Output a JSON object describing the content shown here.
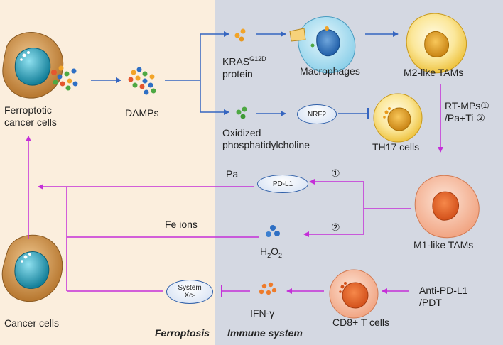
{
  "sections": {
    "left": "Ferroptosis",
    "right": "Immune system"
  },
  "cells": {
    "ferroptotic": [
      "Ferroptotic",
      "cancer cells"
    ],
    "cancer": "Cancer cells",
    "macrophages": "Macrophages",
    "m2": "M2-like TAMs",
    "th17": "TH17 cells",
    "m1": "M1-like TAMs",
    "cd8": "CD8+ T cells"
  },
  "molecules": {
    "damps": "DAMPs",
    "kras_base": "KRAS",
    "kras_sup": "G12D",
    "kras_protein": "protein",
    "oxidized": [
      "Oxidized",
      "phosphatidylcholine"
    ],
    "h2o2": {
      "h": "H",
      "sub1": "2",
      "o": "O",
      "sub2": "2"
    },
    "ifn": "IFN-γ"
  },
  "bubbles": {
    "nrf2": "NRF2",
    "pdl1": "PD-L1",
    "system": [
      "System",
      "Xc-"
    ]
  },
  "treatments": {
    "rt_mps": [
      "RT-MPs①",
      "/Pa+Ti ②"
    ],
    "anti_pdl1": [
      "Anti-PD-L1",
      "/PDT"
    ],
    "marker1": "①",
    "marker2": "②"
  },
  "arrow_labels": {
    "pa": "Pa",
    "fe": "Fe ions"
  },
  "colors": {
    "blue_arrow": "#3565c0",
    "magenta_arrow": "#c42fd8",
    "left_bg": "#fbeedd",
    "right_bg": "#d4d8e2"
  }
}
